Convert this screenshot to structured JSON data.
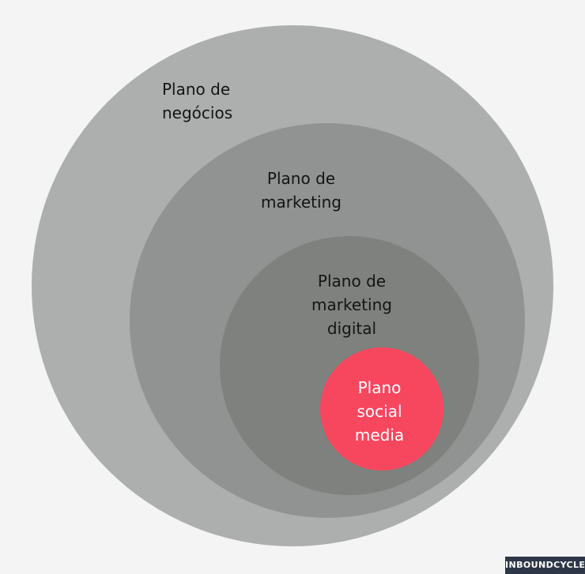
{
  "colors": {
    "background": "#f4f4f4",
    "business_plan": "#adafae",
    "marketing_plan": "#909392",
    "digital_plan": "#7e817d",
    "social_plan": "#f7475f",
    "dark_text": "#141414",
    "light_text": "#ffffff",
    "brand_bg": "#2e3747",
    "brand_text": "#ffffff"
  },
  "diagram": {
    "business_plan": {
      "lines": [
        "Plano de",
        "negócios"
      ]
    },
    "marketing_plan": {
      "lines": [
        "Plano de",
        "marketing"
      ]
    },
    "digital_plan": {
      "lines": [
        "Plano de",
        "marketing",
        "digital"
      ]
    },
    "social_plan": {
      "lines": [
        "Plano",
        "social",
        "media"
      ]
    }
  },
  "brand": {
    "text": "INBOUNDCYCLE"
  }
}
